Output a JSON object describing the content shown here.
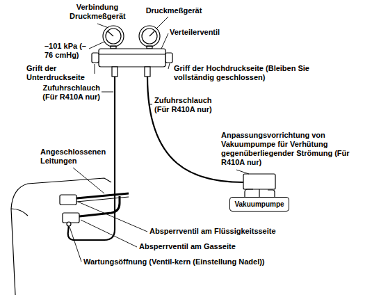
{
  "diagram": {
    "nodes": [
      {
        "text": [
          "Vakuumpumpe"
        ]
      }
    ],
    "labels": [
      "Verbindung Druckmeßgerät",
      "Druckmeßgerät",
      "–101 kPa (–76 cmHg)",
      "Verteilerventil",
      "Grift der Unterdruckseite",
      "Griff der Hochdruckseite (Bleiben Sie vollständig geschlossen)",
      "Zufuhrschlauch (Für R410A nur)",
      "Zufuhrschlauch (Für R410A nur)",
      "Angeschlossenen Leitungen",
      "Anpassungsvorrichtung von Vakuumpumpe für Verhütung gegenüberliegender Strömung (Für R410A nur)",
      "Absperrventil am Flüssigkeitsseite",
      "Absperrventil am Gasseite",
      "Wartungsöffnung (Ventil-kern (Einstellung Nadel))"
    ]
  }
}
